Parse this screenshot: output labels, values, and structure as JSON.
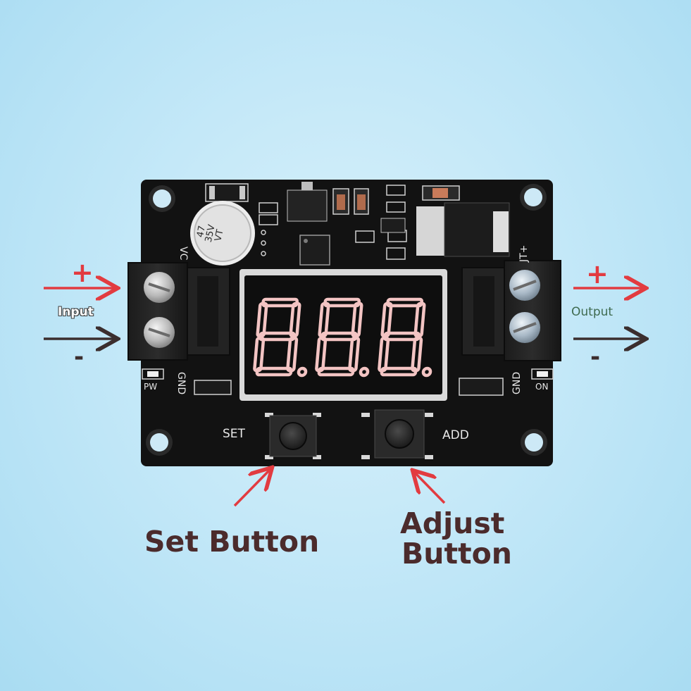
{
  "labels": {
    "input": "Input",
    "output": "Output",
    "set_button": "Set Button",
    "adjust_line1": "Adjust",
    "adjust_line2": "Button",
    "plus": "+",
    "minus": "-"
  },
  "silkscreen": {
    "set": "SET",
    "add": "ADD",
    "pw": "PW",
    "on": "ON",
    "gnd": "GND",
    "vc": "VC",
    "out": "JT+",
    "capacitor_line1": "47",
    "capacitor_line2": "35V",
    "capacitor_line3": "VT"
  },
  "colors": {
    "plus_arrow": "#e23b40",
    "minus_arrow": "#3b2e2e",
    "pointer_arrow": "#e23b40",
    "pcb": "#121212",
    "display_segment": "#f3c4c3"
  }
}
